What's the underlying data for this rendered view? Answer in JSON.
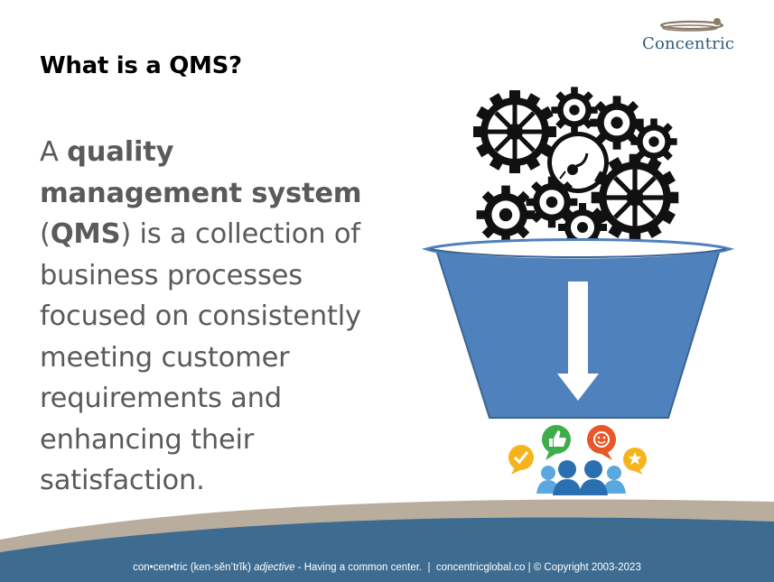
{
  "slide": {
    "title": "What is a QMS?",
    "body": {
      "prefix": "A ",
      "bold1": "quality management system",
      "mid1": " (",
      "bold2": "QMS",
      "rest": ") is a collection of business processes focused on consistently meeting customer requirements and enhancing their satisfaction."
    }
  },
  "logo": {
    "name": "Concentric",
    "color": "#2e5c7d"
  },
  "footer": {
    "word": "con•cen•tric (ken-sĕn’trĭk)",
    "pos": "adjective",
    "definition": " - Having a common center.",
    "separator": "|",
    "site": "concentricglobal.co",
    "copyright": "© Copyright 2003-2023"
  },
  "colors": {
    "funnel": "#4f81bd",
    "band_tan": "#b9ad9e",
    "band_blue": "#3e6c90",
    "gear": "#000000"
  },
  "icons": [
    "gears-icon",
    "funnel-icon",
    "down-arrow-icon",
    "thumbs-up-icon",
    "smiley-icon",
    "checkmark-icon",
    "star-icon",
    "people-icon"
  ]
}
